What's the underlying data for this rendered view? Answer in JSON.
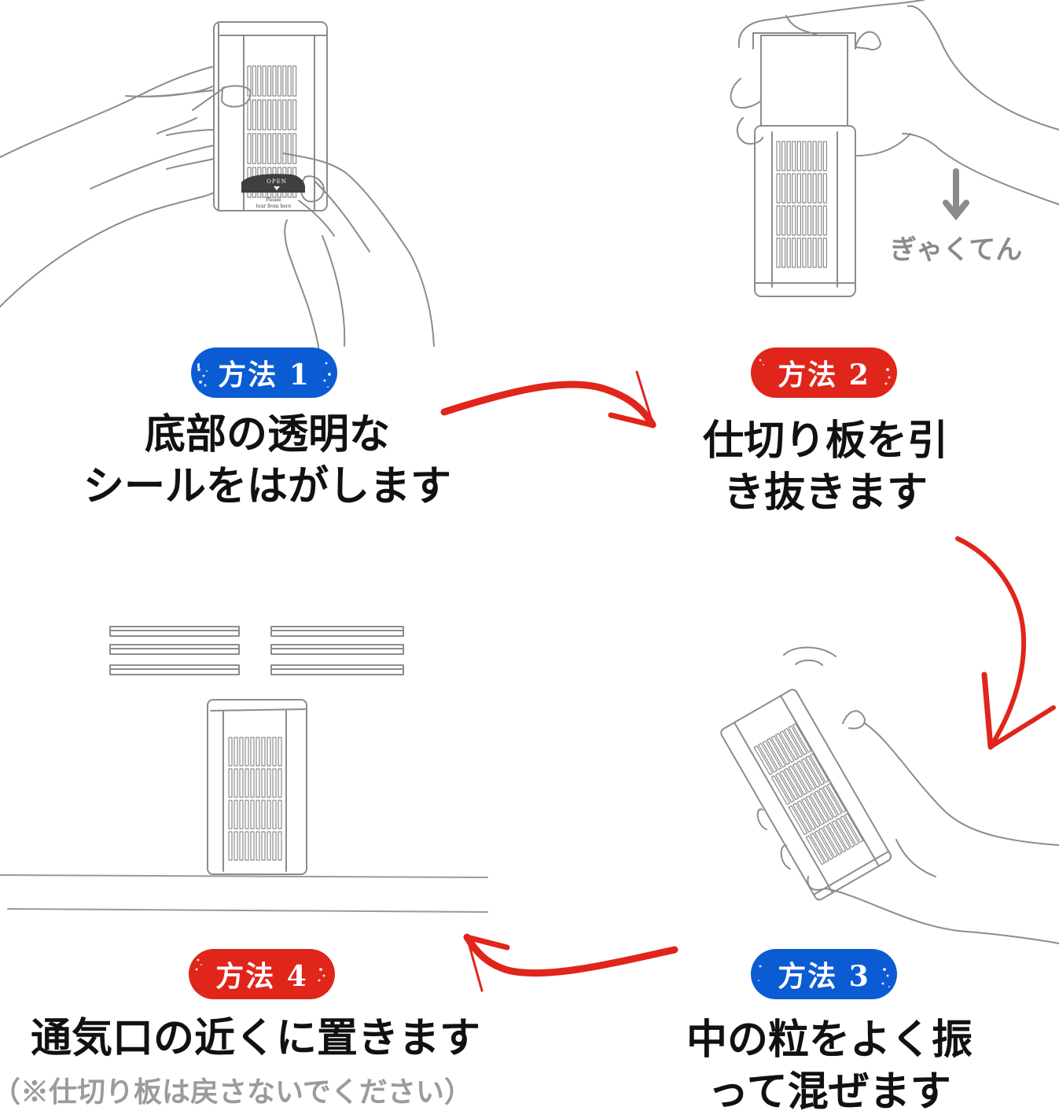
{
  "colors": {
    "badge_blue": "#0b5bd3",
    "badge_red": "#e0251b",
    "arrow_red": "#e0251b",
    "title_text": "#111111",
    "note_text": "#9b9b9b",
    "line_art": "#8c8c8c"
  },
  "steps": [
    {
      "badge": "方法 1",
      "badge_color": "blue",
      "title_lines": [
        "底部の透明な",
        "シールをはがします"
      ],
      "illustration": "hands-peeling-seal",
      "seal_label": "OPEN",
      "seal_sub_1": "Please",
      "seal_sub_2": "tear from here"
    },
    {
      "badge": "方法 2",
      "badge_color": "red",
      "title_lines": [
        "仕切り板を引",
        "き抜きます"
      ],
      "illustration": "hand-pulling-partition",
      "caption": "ぎゃくてん"
    },
    {
      "badge": "方法 3",
      "badge_color": "blue",
      "title_lines": [
        "中の粒をよく振",
        "って混ぜます"
      ],
      "illustration": "hand-shaking-device"
    },
    {
      "badge": "方法 4",
      "badge_color": "red",
      "title_lines": [
        "通気口の近くに置きます"
      ],
      "note": "（※仕切り板は戻さないでください）",
      "illustration": "device-near-vent"
    }
  ],
  "flow_arrows": [
    "step1-to-step2",
    "step2-to-step3",
    "step3-to-step4"
  ]
}
